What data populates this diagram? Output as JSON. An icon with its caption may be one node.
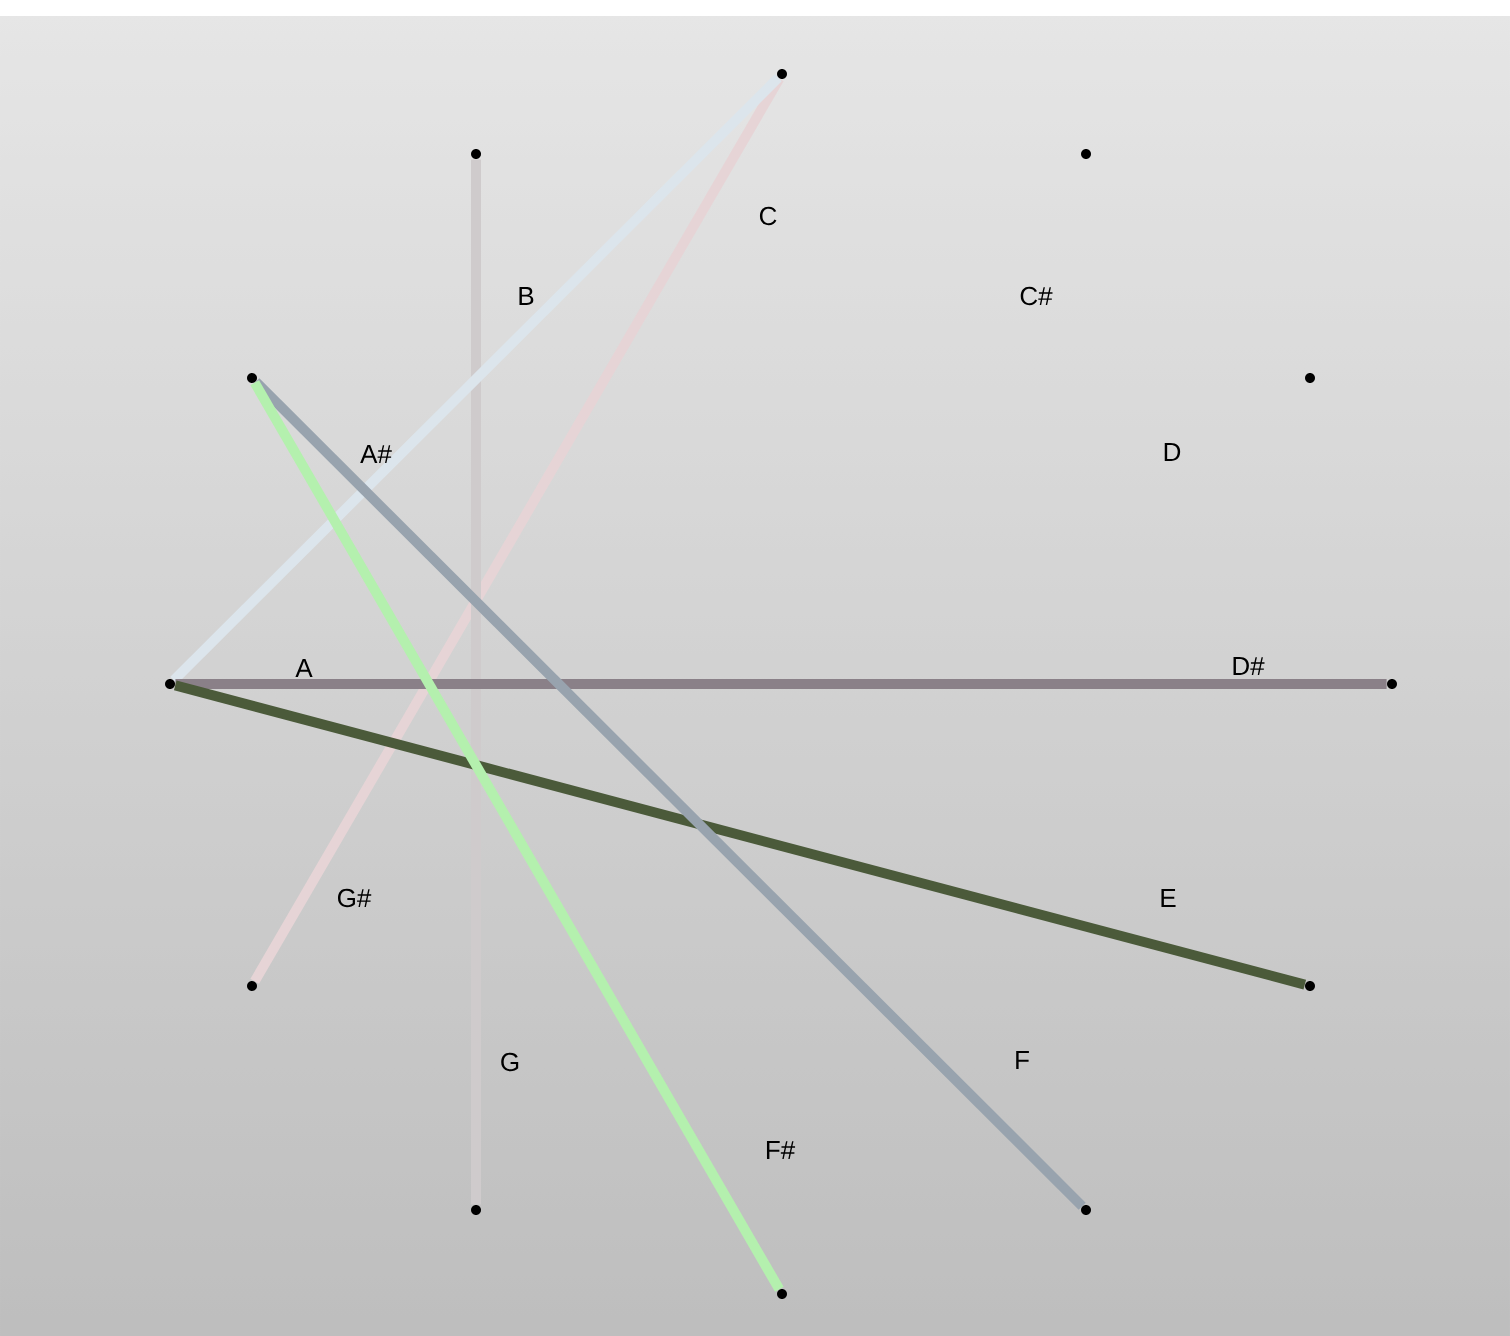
{
  "diagram": {
    "nodes": [
      {
        "text": [],
        "shape": "circle"
      },
      {
        "text": [],
        "shape": "circle"
      },
      {
        "text": [],
        "shape": "circle"
      },
      {
        "text": [],
        "shape": "circle"
      },
      {
        "text": [],
        "shape": "circle"
      },
      {
        "text": [],
        "shape": "circle"
      },
      {
        "text": [],
        "shape": "circle"
      },
      {
        "text": [],
        "shape": "circle"
      },
      {
        "text": [],
        "shape": "circle"
      },
      {
        "text": [],
        "shape": "circle"
      },
      {
        "text": [],
        "shape": "circle"
      },
      {
        "text": [],
        "shape": "circle"
      }
    ],
    "labels": [
      "C",
      "B",
      "C#",
      "A#",
      "D",
      "A",
      "D#",
      "G#",
      "E",
      "G",
      "F",
      "F#"
    ],
    "edges": [
      {
        "from": 8,
        "to": 0,
        "arrow": "none",
        "color": "#e6d4d6"
      },
      {
        "from": 11,
        "to": 7,
        "arrow": "none",
        "color": "#cfcbcc"
      },
      {
        "from": 9,
        "to": 0,
        "arrow": "none",
        "color": "#dce5ec"
      },
      {
        "from": 9,
        "to": 3,
        "arrow": "none",
        "color": "#8a8088"
      },
      {
        "from": 9,
        "to": 4,
        "arrow": "none",
        "color": "#4b5a3a"
      },
      {
        "from": 10,
        "to": 5,
        "arrow": "none",
        "color": "#98a3ae"
      },
      {
        "from": 10,
        "to": 6,
        "arrow": "none",
        "color": "#b4f0ae"
      }
    ]
  }
}
